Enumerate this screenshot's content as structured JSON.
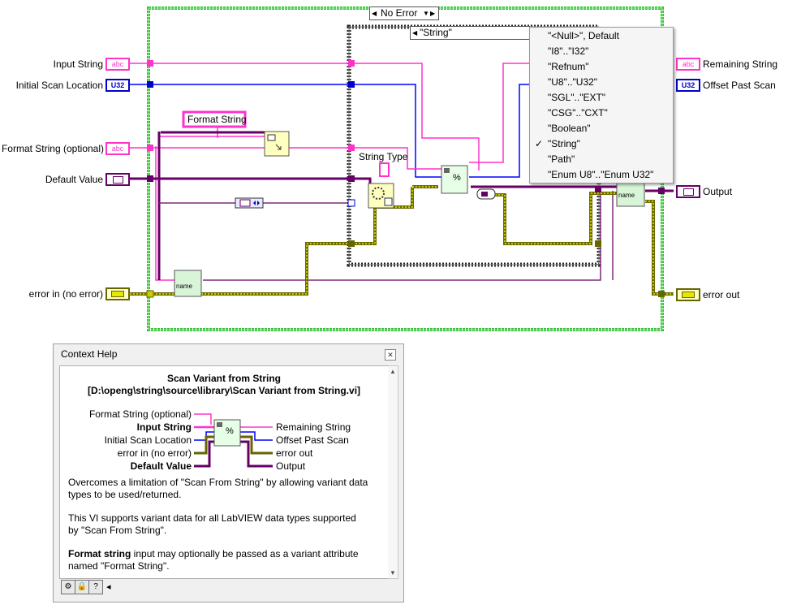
{
  "case_selector": {
    "label": "No Error"
  },
  "string_selector": {
    "label": "\"String\""
  },
  "type_menu": {
    "items": [
      {
        "label": "\"<Null>\", Default",
        "checked": false
      },
      {
        "label": "\"I8\"..\"I32\"",
        "checked": false
      },
      {
        "label": "\"Refnum\"",
        "checked": false
      },
      {
        "label": "\"U8\"..\"U32\"",
        "checked": false
      },
      {
        "label": "\"SGL\"..\"EXT\"",
        "checked": false
      },
      {
        "label": "\"CSG\"..\"CXT\"",
        "checked": false
      },
      {
        "label": "\"Boolean\"",
        "checked": false
      },
      {
        "label": "\"String\"",
        "checked": true
      },
      {
        "label": "\"Path\"",
        "checked": false
      },
      {
        "label": "\"Enum U8\"..\"Enum U32\"",
        "checked": false
      }
    ],
    "check_glyph": "✓"
  },
  "inputs": {
    "input_string": {
      "label": "Input String",
      "terminal": "abc"
    },
    "initial_scan_location": {
      "label": "Initial Scan Location",
      "terminal": "U32"
    },
    "format_string_optional": {
      "label": "Format String (optional)",
      "terminal": "abc"
    },
    "default_value": {
      "label": "Default Value"
    },
    "error_in": {
      "label": "error in (no error)"
    }
  },
  "outputs": {
    "remaining_string": {
      "label": "Remaining String",
      "terminal": "abc"
    },
    "offset_past_scan": {
      "label": "Offset Past Scan",
      "terminal": "U32"
    },
    "output": {
      "label": "Output"
    },
    "error_out": {
      "label": "error out"
    }
  },
  "constants": {
    "format_string": "Format String",
    "string_type": "String Type"
  },
  "context_help": {
    "window_title": "Context Help",
    "vi_name": "Scan Variant from String",
    "vi_path": "[D:\\openg\\string\\source\\library\\Scan Variant from String.vi]",
    "connector": {
      "format_string_optional": "Format String (optional)",
      "input_string": "Input String",
      "initial_scan_location": "Initial Scan Location",
      "error_in": "error in (no error)",
      "default_value": "Default Value",
      "remaining_string": "Remaining String",
      "offset_past_scan": "Offset Past Scan",
      "error_out": "error out",
      "output": "Output"
    },
    "description_1": "Overcomes a limitation of \"Scan From String\" by allowing variant data types to be used/returned.",
    "description_2": "This VI supports variant data for all LabVIEW data types supported by \"Scan From String\".",
    "description_3_bold": "Format string",
    "description_3_rest": " input may optionally be passed as a variant attribute named \"Format String\".",
    "footer_scroll_glyph": "◂"
  },
  "colors": {
    "string_wire": "#ff00ff",
    "integer_wire": "#0000ff",
    "variant_wire": "#660066",
    "error_wire": "#666600",
    "case_border": "#33cc33"
  }
}
